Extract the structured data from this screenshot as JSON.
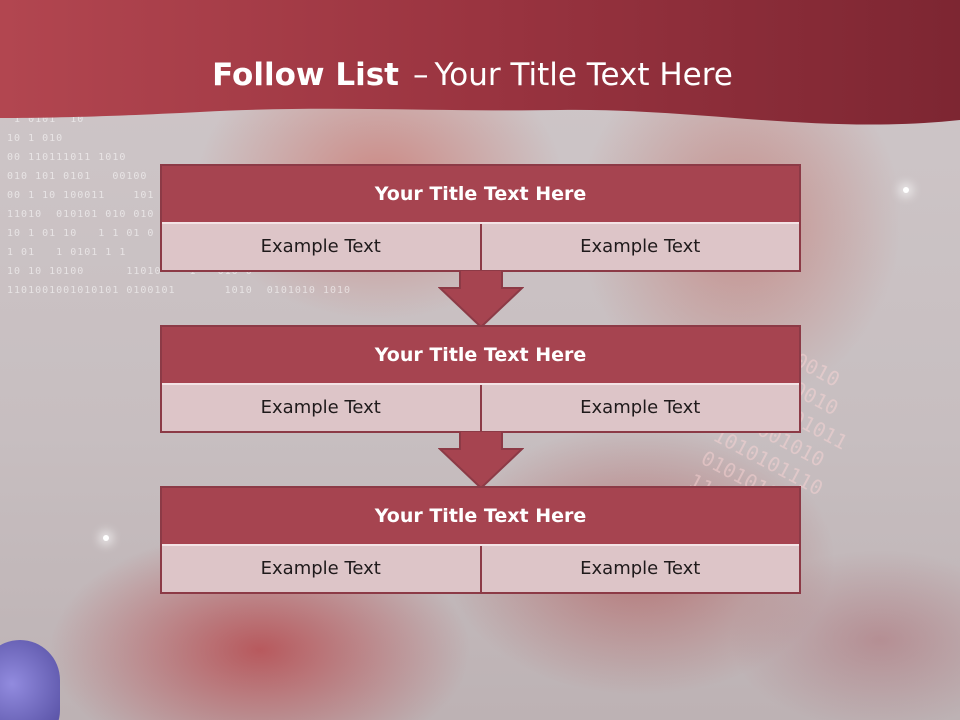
{
  "title": {
    "bold": "Follow List",
    "dash": "–",
    "rest": "Your Title Text Here"
  },
  "steps": [
    {
      "title": "Your Title Text Here",
      "left": "Example Text",
      "right": "Example Text"
    },
    {
      "title": "Your Title Text Here",
      "left": "Example Text",
      "right": "Example Text"
    },
    {
      "title": "Your Title Text Here",
      "left": "Example Text",
      "right": "Example Text"
    }
  ],
  "colors": {
    "header": "#9b3a44",
    "box_title": "#a64450",
    "box_cell": "#ddc5c8",
    "border": "#8c3a46"
  }
}
